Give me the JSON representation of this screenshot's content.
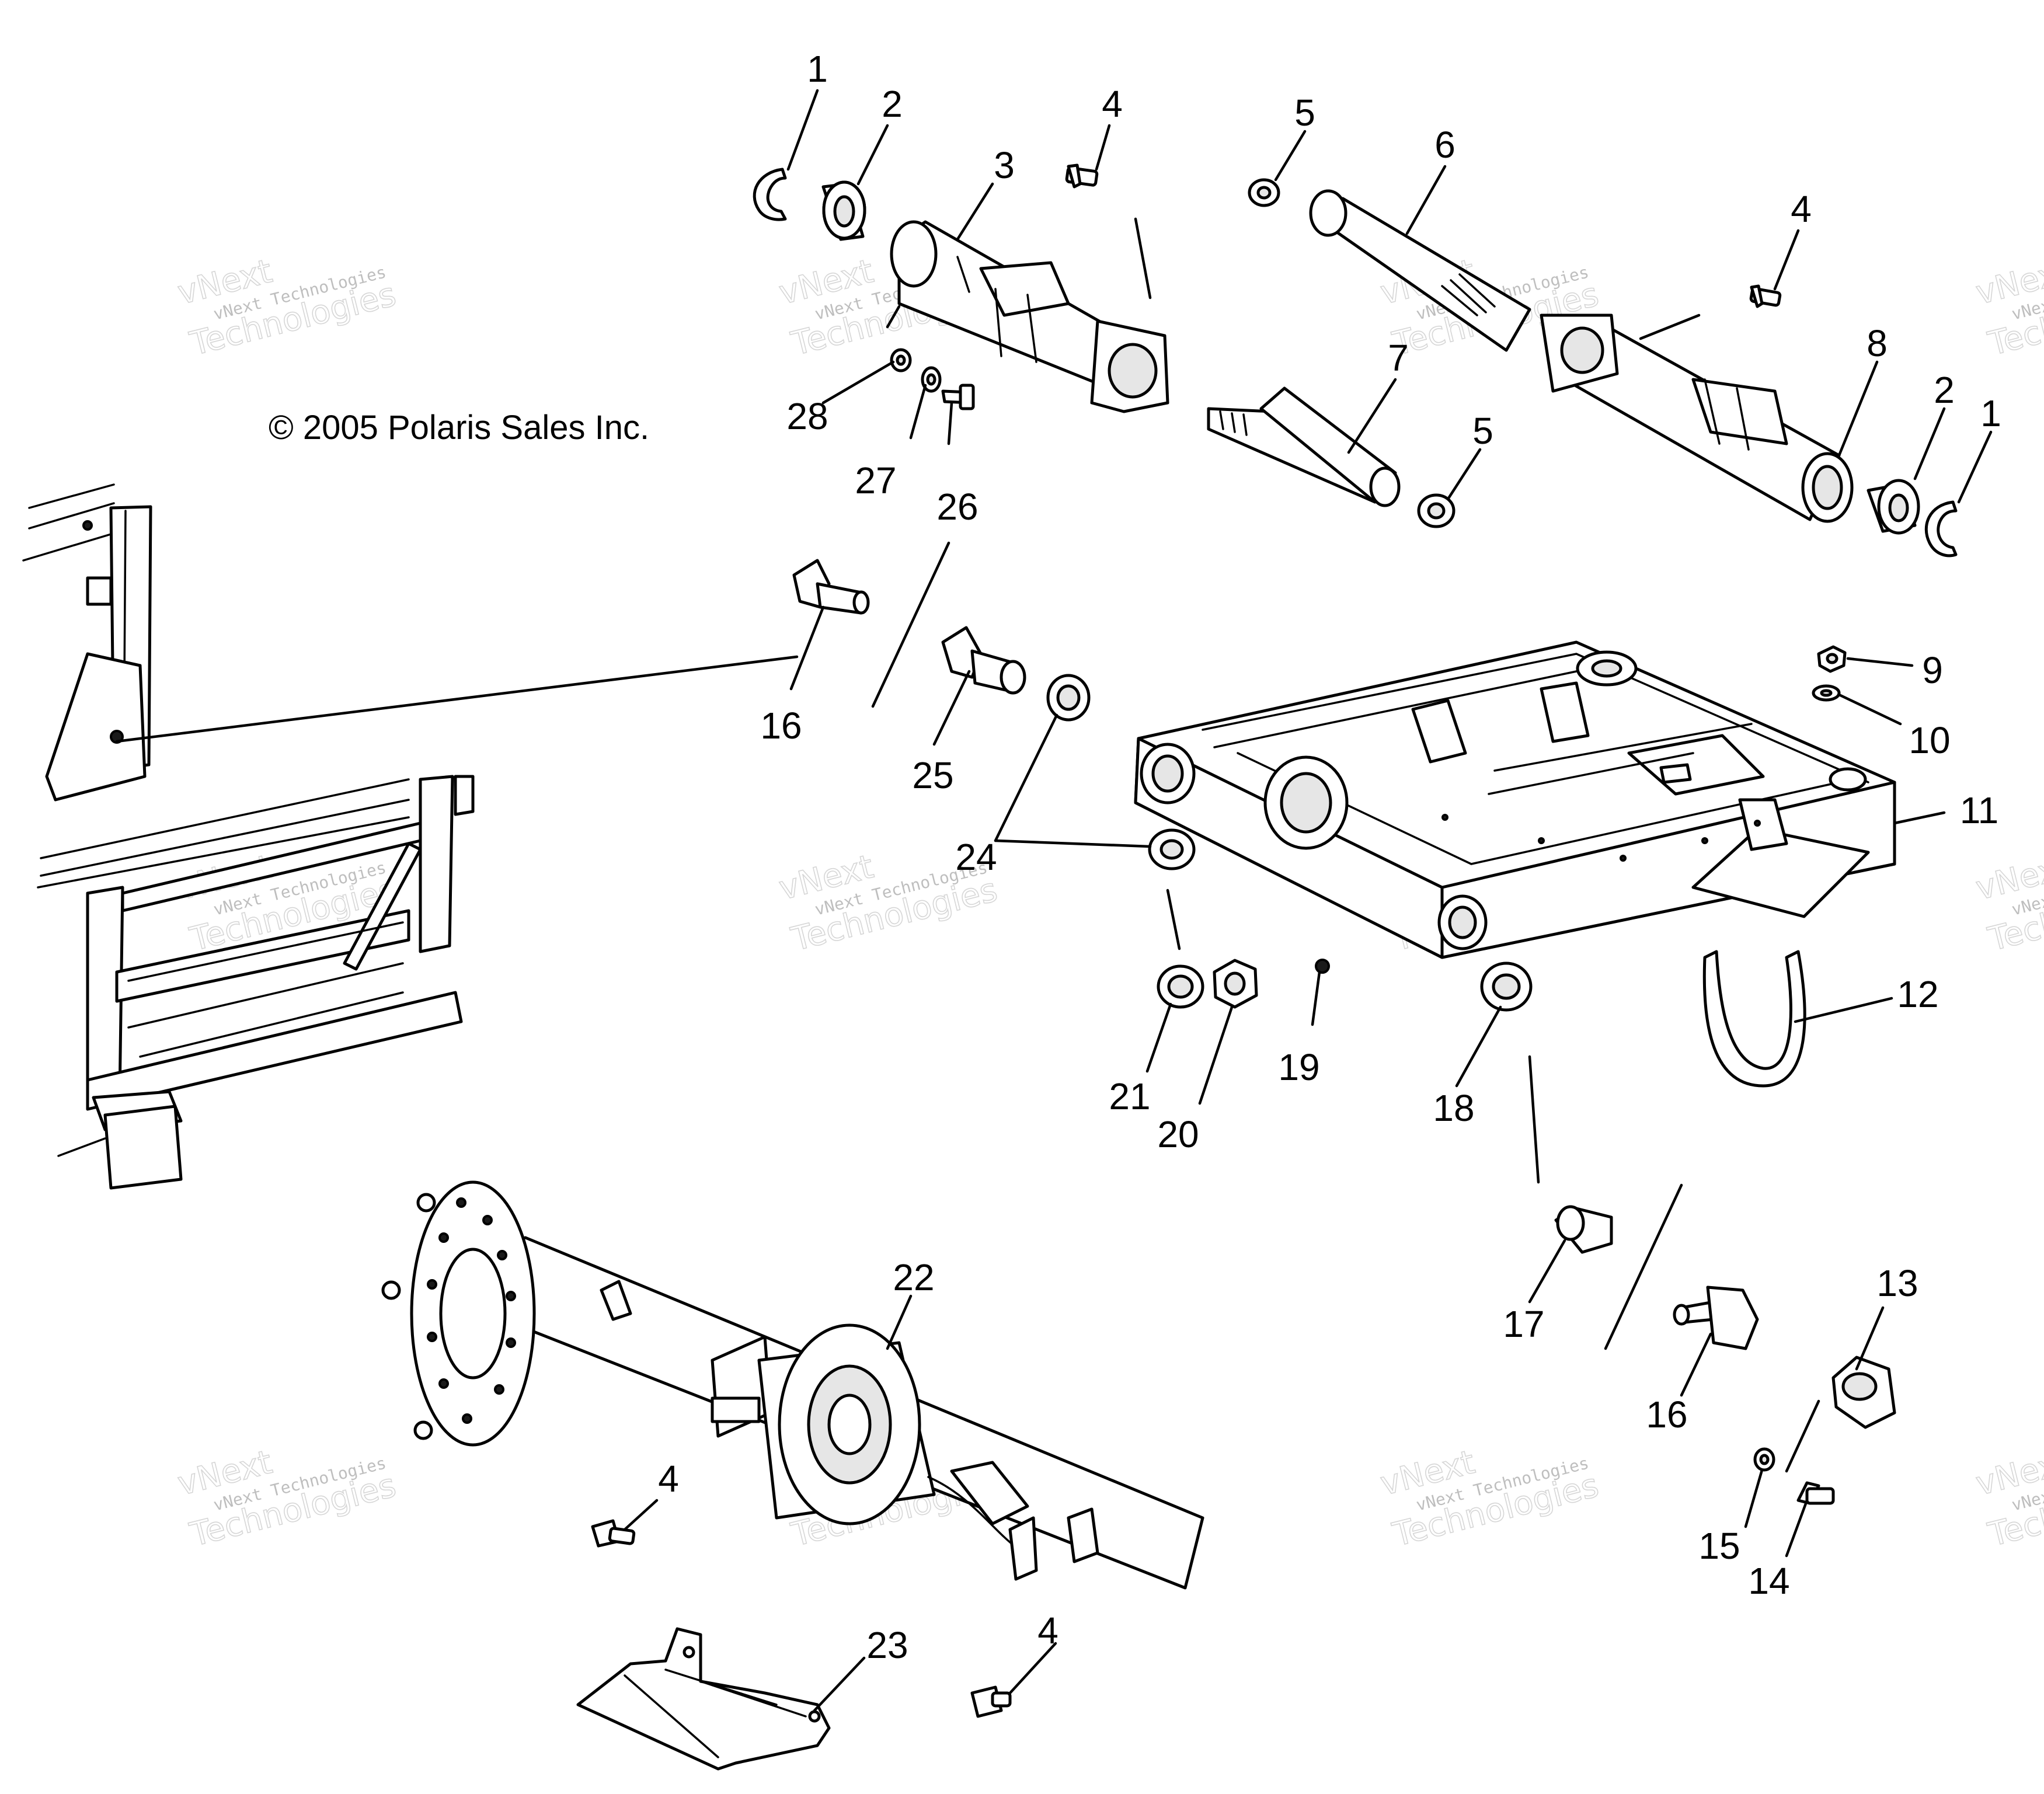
{
  "copyright": "© 2005 Polaris Sales Inc.",
  "watermark": {
    "line_small": "vNext Technologies",
    "line_big": "Technologies",
    "line_top": "vNext"
  },
  "callouts": {
    "c1a": "1",
    "c2a": "2",
    "c3": "3",
    "c4a": "4",
    "c5a": "5",
    "c6": "6",
    "c4b": "4",
    "c7": "7",
    "c8": "8",
    "c2b": "2",
    "c1b": "1",
    "c5b": "5",
    "c28": "28",
    "c27": "27",
    "c26": "26",
    "c16a": "16",
    "c25": "25",
    "c24": "24",
    "c9": "9",
    "c10": "10",
    "c11": "11",
    "c12": "12",
    "c21": "21",
    "c20": "20",
    "c19": "19",
    "c18": "18",
    "c22": "22",
    "c17": "17",
    "c16b": "16",
    "c13": "13",
    "c4c": "4",
    "c15": "15",
    "c14": "14",
    "c23": "23",
    "c4d": "4"
  }
}
